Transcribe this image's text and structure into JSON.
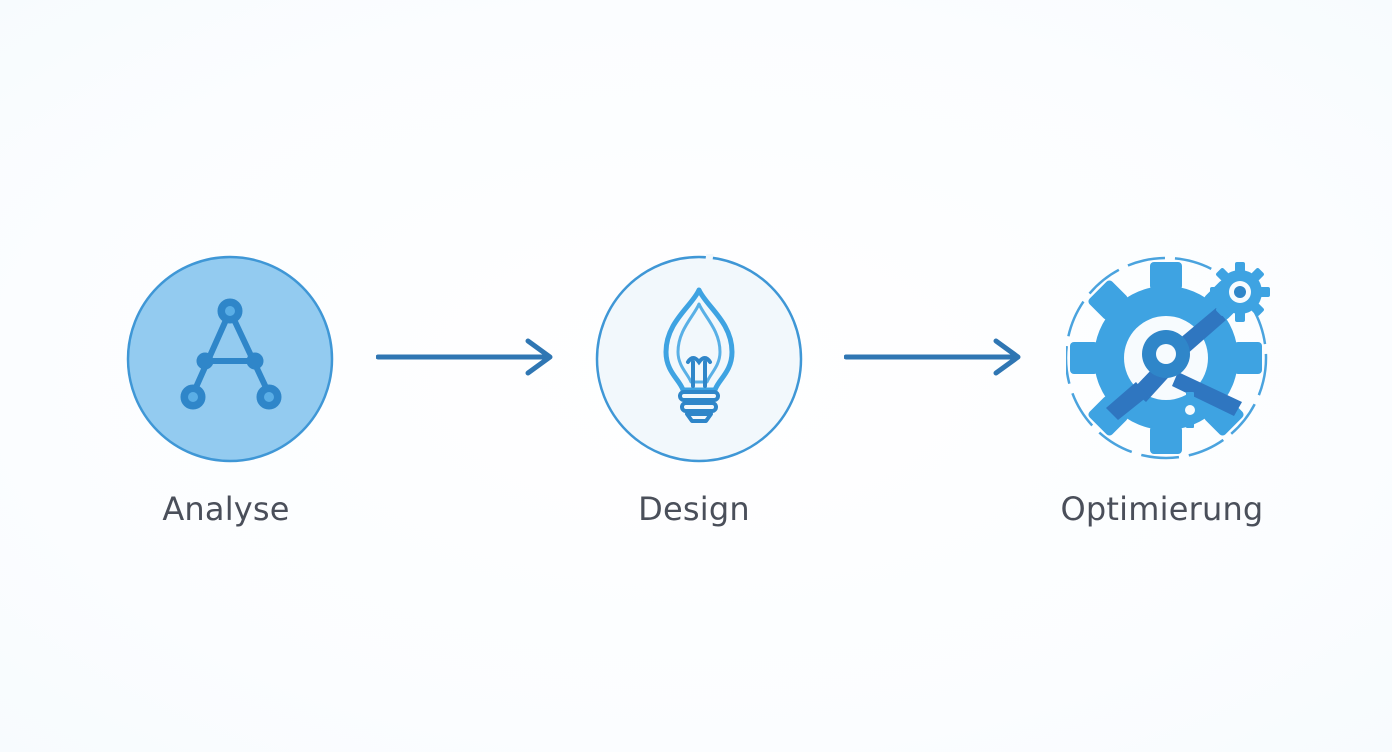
{
  "steps": [
    {
      "label": "Analyse",
      "icon": "network-nodes-icon"
    },
    {
      "label": "Design",
      "icon": "lightbulb-icon"
    },
    {
      "label": "Optimierung",
      "icon": "gear-tools-icon"
    }
  ],
  "colors": {
    "primary": "#2f86c9",
    "accent": "#3ea3e2",
    "circle_fill_light": "#8fc8ef",
    "circle_fill_pale": "#f2f8fc",
    "label": "#4a4f5a",
    "arrow": "#2f76b3"
  }
}
